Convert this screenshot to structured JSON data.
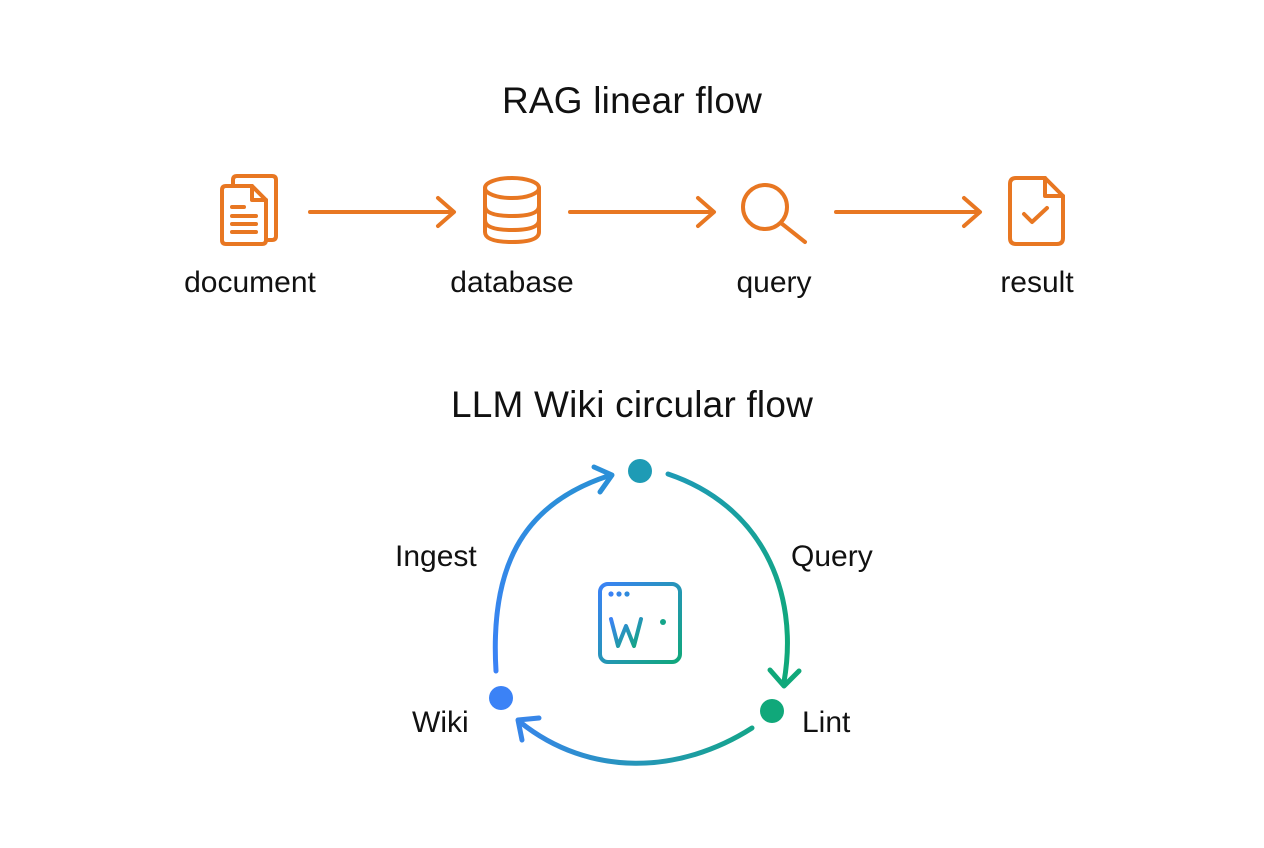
{
  "colors": {
    "orange": "#E87722",
    "blue": "#3B82F6",
    "teal": "#1E9BB5",
    "green": "#10A87A",
    "text": "#111111"
  },
  "rag_flow": {
    "title": "RAG linear flow",
    "steps": [
      {
        "label": "document",
        "icon": "documents-icon"
      },
      {
        "label": "database",
        "icon": "database-icon"
      },
      {
        "label": "query",
        "icon": "search-icon"
      },
      {
        "label": "result",
        "icon": "file-check-icon"
      }
    ]
  },
  "wiki_flow": {
    "title": "LLM Wiki circular flow",
    "center_icon": {
      "name": "wiki-window-icon",
      "text": "Wi"
    },
    "nodes": [
      {
        "label": "",
        "position": "top"
      },
      {
        "label": "Lint",
        "position": "bottom-right"
      },
      {
        "label": "Wiki",
        "position": "bottom-left"
      }
    ],
    "edges": [
      {
        "label": "Ingest",
        "from": "bottom-left",
        "to": "top"
      },
      {
        "label": "Query",
        "from": "top",
        "to": "bottom-right"
      },
      {
        "label": "",
        "from": "bottom-right",
        "to": "bottom-left"
      }
    ]
  }
}
